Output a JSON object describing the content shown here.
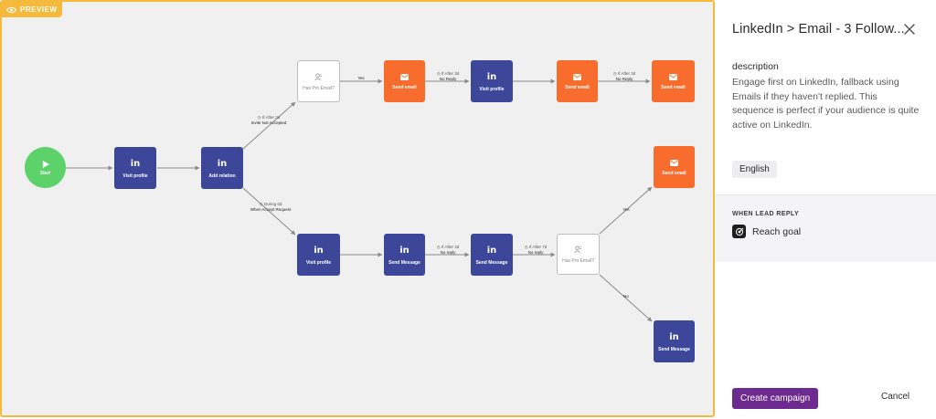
{
  "canvas": {
    "badge": {
      "label": "PREVIEW",
      "icon": "eye-icon",
      "color": "#f5b93b"
    },
    "colors": {
      "linkedin": "#3d4799",
      "email": "#f86d2e",
      "start": "#5dd16a",
      "condition": "#ffffff"
    },
    "nodes": {
      "start": {
        "label": "Start",
        "icon": "play-icon"
      },
      "visit1": {
        "label": "Visit profile",
        "icon": "linkedin-icon"
      },
      "add_relation": {
        "label": "Add relation",
        "icon": "linkedin-icon"
      },
      "has_pro1": {
        "label": "Has Pro Email?",
        "icon": "contact-icon"
      },
      "send_email1": {
        "label": "Send email",
        "icon": "mail-icon"
      },
      "visit2": {
        "label": "Visit profile",
        "icon": "linkedin-icon"
      },
      "send_email2": {
        "label": "Send email",
        "icon": "mail-icon"
      },
      "send_email3": {
        "label": "Send email",
        "icon": "mail-icon"
      },
      "visit3": {
        "label": "Visit profile",
        "icon": "linkedin-icon"
      },
      "send_message1": {
        "label": "Send Message",
        "icon": "linkedin-icon"
      },
      "send_message2": {
        "label": "Send Message",
        "icon": "linkedin-icon"
      },
      "has_pro2": {
        "label": "Has Pro Email?",
        "icon": "contact-icon"
      },
      "send_email4": {
        "label": "Send email",
        "icon": "mail-icon"
      },
      "send_message3": {
        "label": "Send Message",
        "icon": "linkedin-icon"
      }
    },
    "edge_labels": {
      "invite_not_accepted": {
        "delay": "If After 3d",
        "condition": "Invite Not Accepted"
      },
      "when_accept": {
        "delay": "During 6d",
        "condition": "When Accept Request"
      },
      "yes_top": {
        "delay": "",
        "condition": "Yes"
      },
      "no_reply1": {
        "delay": "If After 3d",
        "condition": "No Reply"
      },
      "no_reply2": {
        "delay": "If After 3d",
        "condition": "No Reply"
      },
      "no_reply3": {
        "delay": "If After 3d",
        "condition": "No reply"
      },
      "no_reply4": {
        "delay": "If After 7d",
        "condition": "No reply"
      },
      "yes_bottom": {
        "delay": "",
        "condition": "Yes"
      },
      "no_bottom": {
        "delay": "",
        "condition": "No"
      }
    }
  },
  "panel": {
    "title": "LinkedIn > Email - 3 Follow...",
    "description_label": "description",
    "description": "Engage first on LinkedIn, fallback using Emails if they haven't replied. This sequence is perfect if your audience is quite active on LinkedIn.",
    "language": "English",
    "lead_reply_label": "WHEN LEAD REPLY",
    "goal": {
      "icon": "target-icon",
      "label": "Reach goal"
    },
    "create_button": "Create campaign",
    "cancel_button": "Cancel",
    "accent_color": "#6d2a8f"
  }
}
